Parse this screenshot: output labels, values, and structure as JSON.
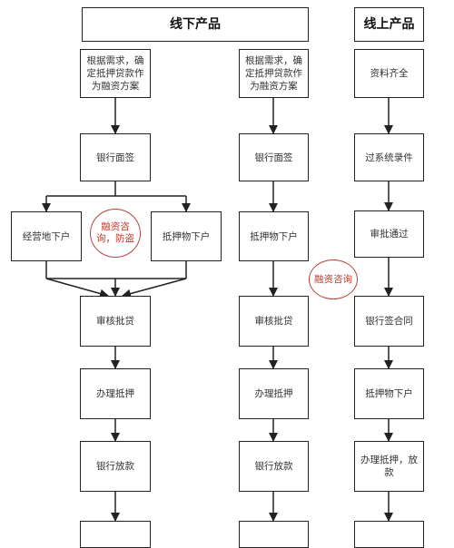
{
  "headers": {
    "offline": "线下产品",
    "online": "线上产品"
  },
  "columns": {
    "a": {
      "steps": [
        "根据需求，确定抵押贷款作为融资方案",
        "银行面签",
        "审核批贷",
        "办理抵押",
        "银行放款",
        ""
      ],
      "branches": [
        "经营地下户",
        "抵押物下户"
      ]
    },
    "b": {
      "steps": [
        "根据需求，确定抵押贷款作为融资方案",
        "银行面签",
        "抵押物下户",
        "审核批贷",
        "办理抵押",
        "银行放款",
        ""
      ]
    },
    "c": {
      "steps": [
        "资料齐全",
        "过系统录件",
        "审批通过",
        "银行签合同",
        "抵押物下户",
        "办理抵押，放款",
        ""
      ]
    }
  },
  "notes": {
    "n1": "融资咨询，防盗",
    "n2": "融资咨询"
  },
  "colors": {
    "line": "#222222",
    "note": "#c0392b"
  }
}
